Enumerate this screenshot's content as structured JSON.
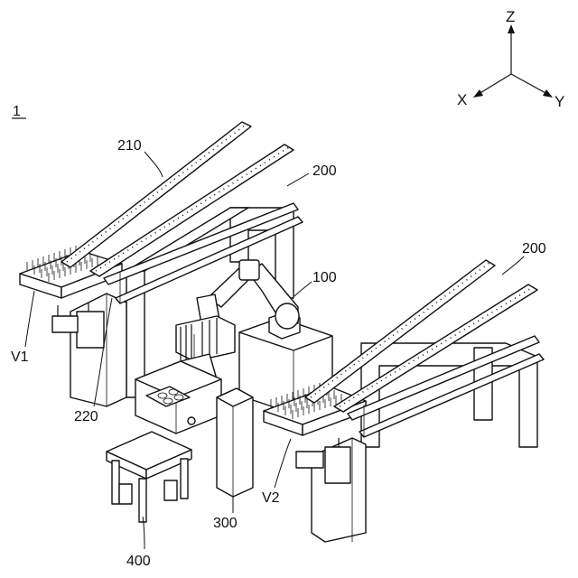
{
  "figure_number": "1",
  "axes": {
    "z": "Z",
    "x": "X",
    "y": "Y"
  },
  "labels": {
    "robot": "100",
    "rack_unit_left": "200",
    "rack_unit_right": "200",
    "rail": "210",
    "rack_frame": "220",
    "work_table": "300",
    "stand": "400",
    "vessel_left": "V1",
    "vessel_right": "V2"
  }
}
